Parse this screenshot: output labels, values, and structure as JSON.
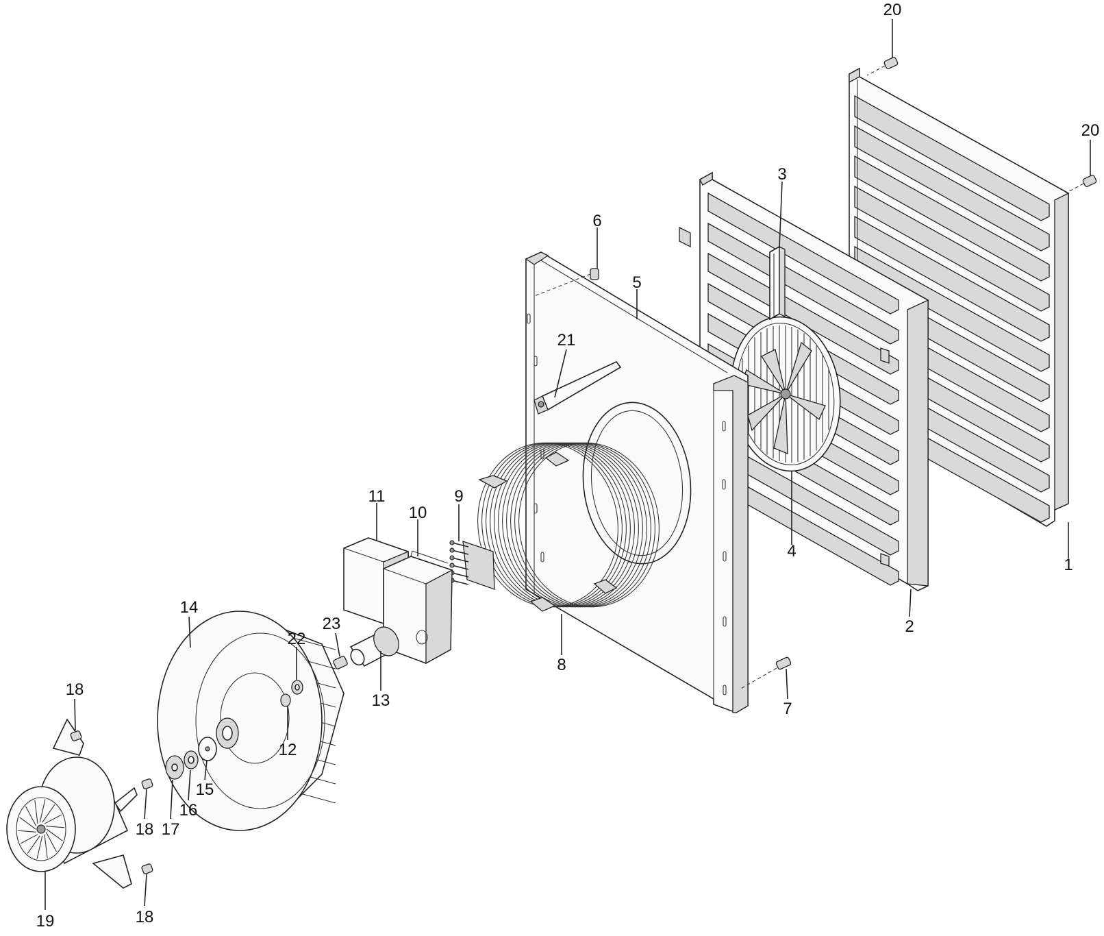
{
  "diagram": {
    "callouts": [
      {
        "id": "1",
        "text": "1"
      },
      {
        "id": "2",
        "text": "2"
      },
      {
        "id": "3",
        "text": "3"
      },
      {
        "id": "4",
        "text": "4"
      },
      {
        "id": "5",
        "text": "5"
      },
      {
        "id": "6",
        "text": "6"
      },
      {
        "id": "7",
        "text": "7"
      },
      {
        "id": "8",
        "text": "8"
      },
      {
        "id": "9",
        "text": "9"
      },
      {
        "id": "10",
        "text": "10"
      },
      {
        "id": "11",
        "text": "11"
      },
      {
        "id": "12",
        "text": "12"
      },
      {
        "id": "13",
        "text": "13"
      },
      {
        "id": "14",
        "text": "14"
      },
      {
        "id": "15",
        "text": "15"
      },
      {
        "id": "16",
        "text": "16"
      },
      {
        "id": "17",
        "text": "17"
      },
      {
        "id": "18a",
        "text": "18"
      },
      {
        "id": "18b",
        "text": "18"
      },
      {
        "id": "18c",
        "text": "18"
      },
      {
        "id": "19",
        "text": "19"
      },
      {
        "id": "20a",
        "text": "20"
      },
      {
        "id": "20b",
        "text": "20"
      },
      {
        "id": "21",
        "text": "21"
      },
      {
        "id": "22",
        "text": "22"
      },
      {
        "id": "23",
        "text": "23"
      }
    ]
  }
}
